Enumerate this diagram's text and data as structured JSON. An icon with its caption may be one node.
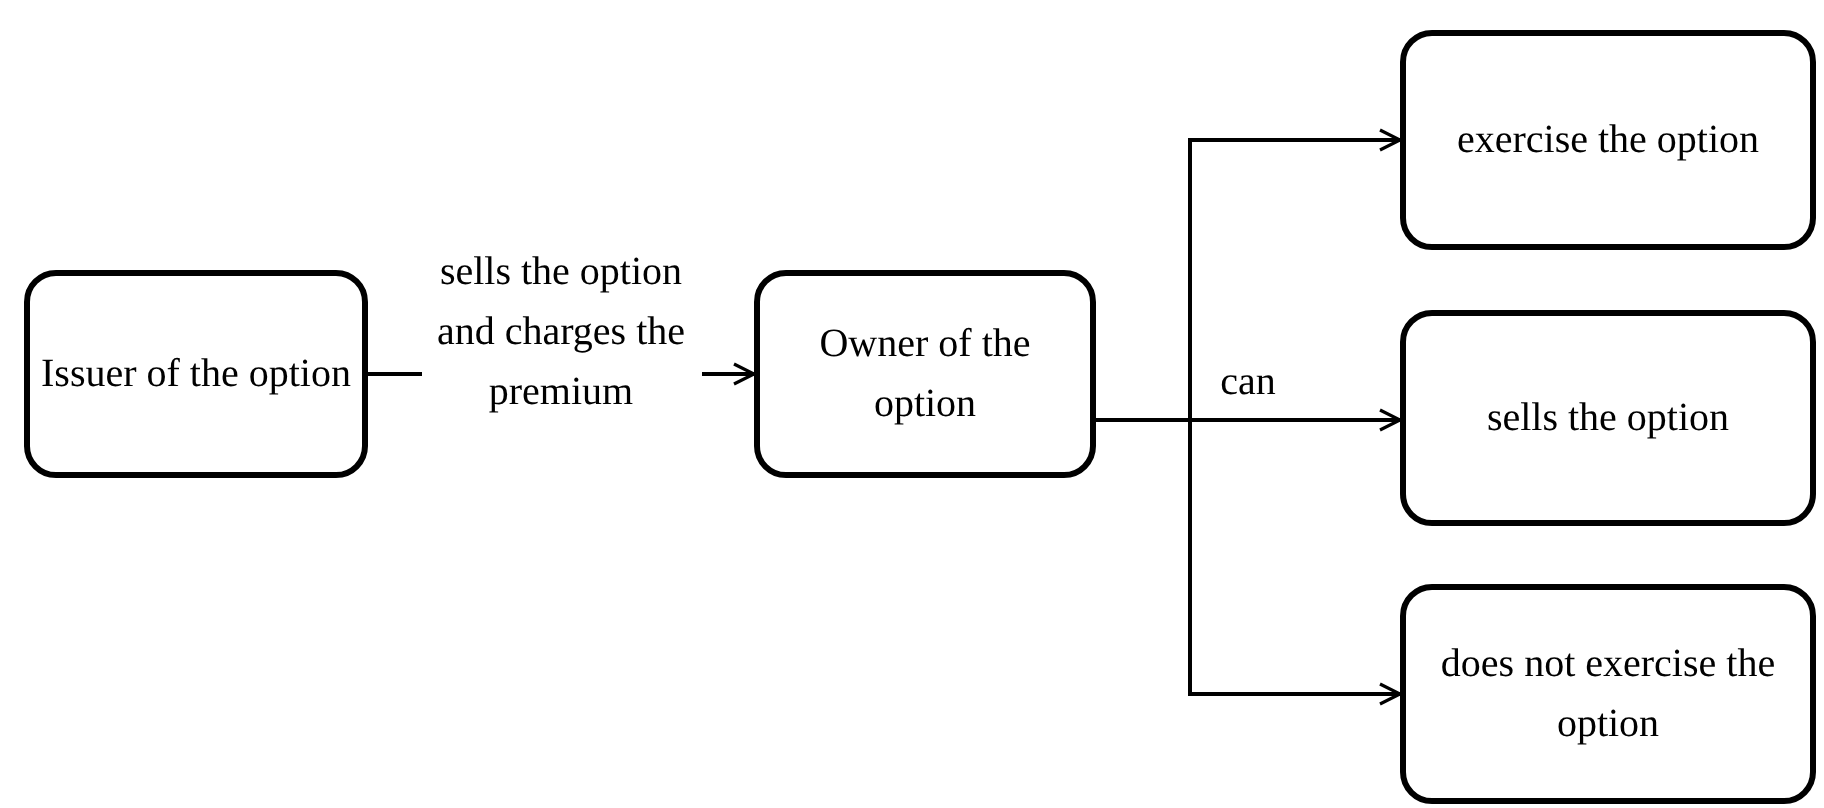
{
  "diagram": {
    "nodes": [
      {
        "text": [
          "Issuer of the option"
        ]
      },
      {
        "text": [
          "Owner of the option"
        ]
      },
      {
        "text": [
          "exercise the option"
        ]
      },
      {
        "text": [
          "sells the option"
        ]
      },
      {
        "text": [
          "does not exercise the option"
        ]
      }
    ],
    "edges": [
      {
        "from": 0,
        "to": 1,
        "label": "sells the option and charges the premium",
        "arrow": "to"
      },
      {
        "from": 1,
        "to": 2,
        "arrow": "to"
      },
      {
        "from": 1,
        "to": 3,
        "label": "can",
        "arrow": "to"
      },
      {
        "from": 1,
        "to": 4,
        "arrow": "to"
      }
    ]
  }
}
